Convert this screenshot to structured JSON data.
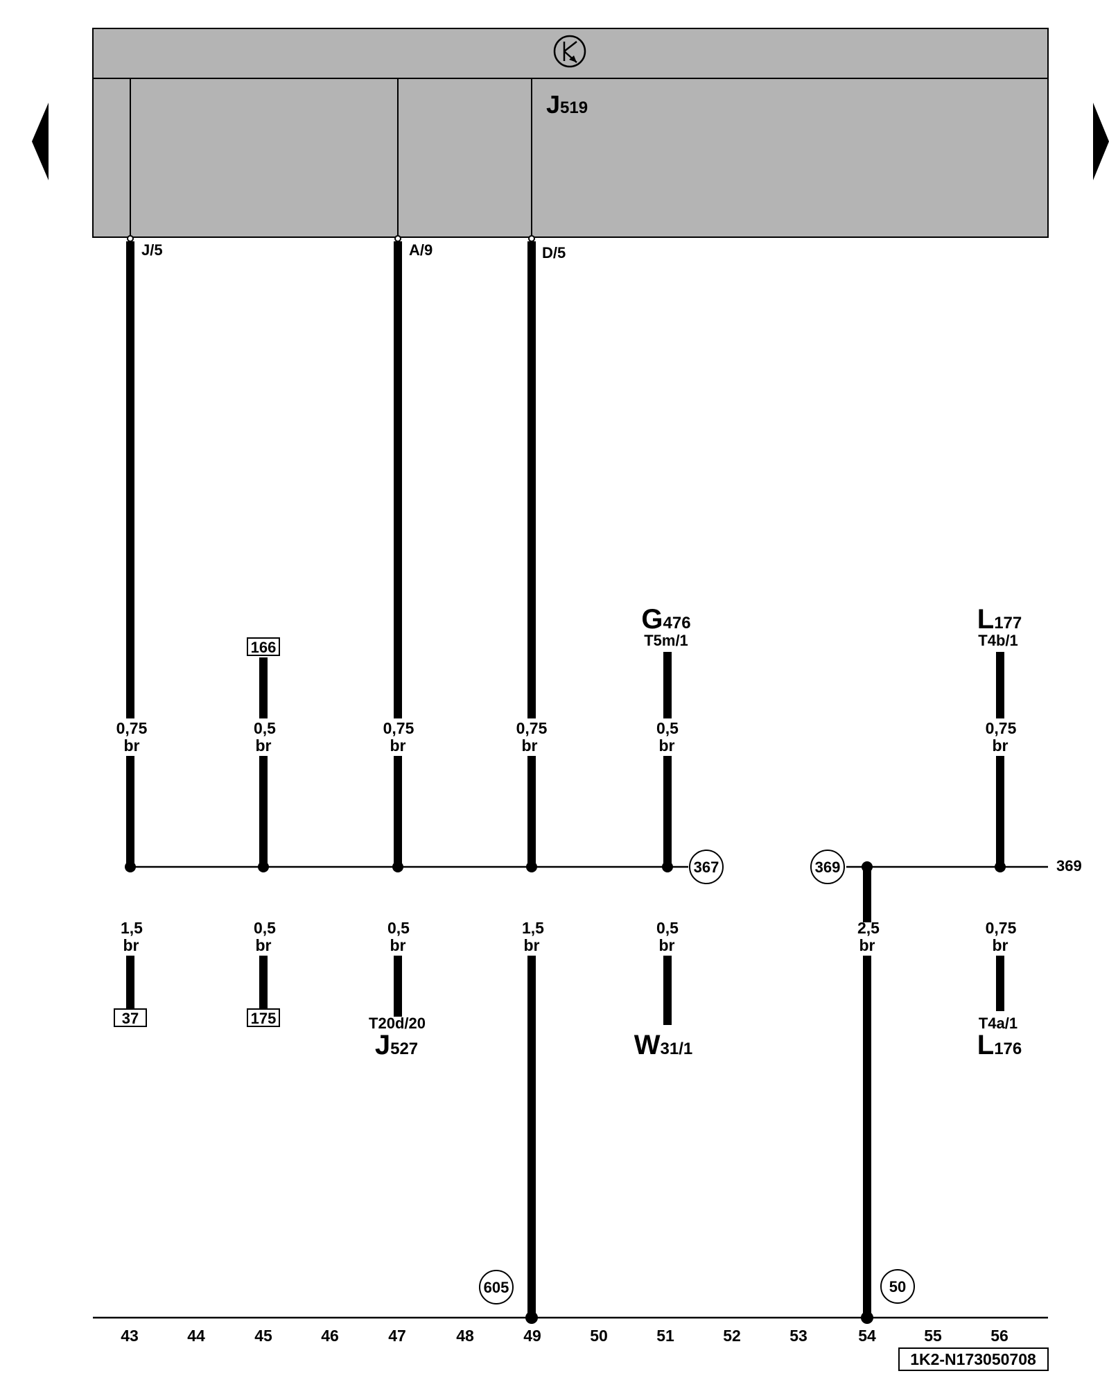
{
  "module": {
    "symbol_icon": "relay-k-icon",
    "name_main": "J",
    "name_sub": "519",
    "pins": [
      "J/5",
      "A/9",
      "D/5"
    ]
  },
  "wires": {
    "w43_top": {
      "size": "0,75",
      "color": "br"
    },
    "w45_top": {
      "size": "0,5",
      "color": "br"
    },
    "w47_top": {
      "size": "0,75",
      "color": "br"
    },
    "w49_top": {
      "size": "0,75",
      "color": "br"
    },
    "w51_top": {
      "size": "0,5",
      "color": "br"
    },
    "w56_top": {
      "size": "0,75",
      "color": "br"
    },
    "w43_bot": {
      "size": "1,5",
      "color": "br"
    },
    "w45_bot": {
      "size": "0,5",
      "color": "br"
    },
    "w47_bot": {
      "size": "0,5",
      "color": "br"
    },
    "w49_bot": {
      "size": "1,5",
      "color": "br"
    },
    "w51_bot": {
      "size": "0,5",
      "color": "br"
    },
    "w54_bot": {
      "size": "2,5",
      "color": "br"
    },
    "w56_bot": {
      "size": "0,75",
      "color": "br"
    }
  },
  "components": {
    "g476": {
      "main": "G",
      "sub": "476",
      "connector": "T5m/1"
    },
    "l177": {
      "main": "L",
      "sub": "177",
      "connector": "T4b/1"
    },
    "j527": {
      "main": "J",
      "sub": "527",
      "connector": "T20d/20"
    },
    "w31": {
      "main": "W",
      "sub": "31/1"
    },
    "l176": {
      "main": "L",
      "sub": "176",
      "connector": "T4a/1"
    }
  },
  "references": {
    "box_166": "166",
    "box_37": "37",
    "box_175": "175",
    "circle_367": "367",
    "circle_369": "369",
    "line_369": "369",
    "circle_605": "605",
    "circle_50": "50"
  },
  "columns": [
    "43",
    "44",
    "45",
    "46",
    "47",
    "48",
    "49",
    "50",
    "51",
    "52",
    "53",
    "54",
    "55",
    "56"
  ],
  "footer_code": "1K2-N173050708",
  "nav": {
    "prev_icon": "left-triangle-icon",
    "next_icon": "right-triangle-icon"
  },
  "colors": {
    "module_fill": "#b4b4b4",
    "wire": "#000000",
    "background": "#ffffff"
  }
}
